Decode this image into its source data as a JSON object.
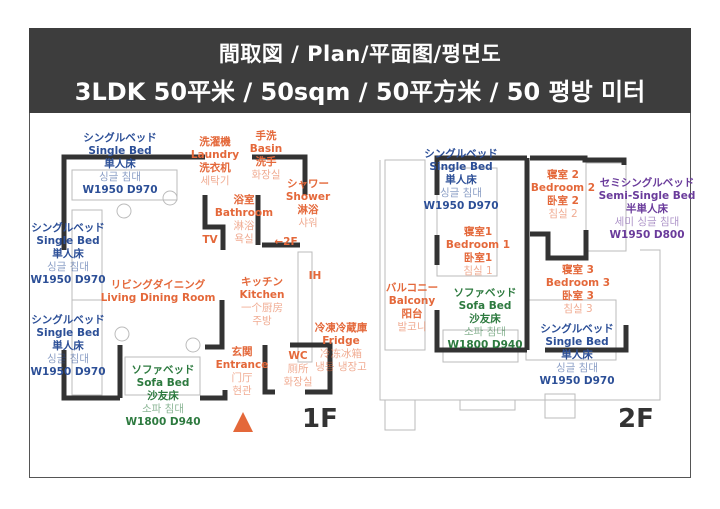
{
  "header": {
    "title": "間取図 / Plan/平面图/평면도",
    "subtitle": "3LDK 50平米 / 50sqm / 50平方米 / 50 평방 미터"
  },
  "floor1": {
    "label": "1F",
    "rooms": [
      {
        "id": "bed-a",
        "lines": [
          "シングルベッド",
          "Single Bed",
          "単人床",
          "싱글 침대",
          "W1950 D970"
        ]
      },
      {
        "id": "bed-b",
        "lines": [
          "シングルベッド",
          "Single Bed",
          "単人床",
          "싱글 침대",
          "W1950 D970"
        ]
      },
      {
        "id": "bed-c",
        "lines": [
          "シングルベッド",
          "Single Bed",
          "単人床",
          "싱글 침대",
          "W1950 D970"
        ]
      },
      {
        "id": "sofa",
        "lines": [
          "ソファベッド",
          "Sofa Bed",
          "沙友床",
          "소파 침대",
          "W1800 D940"
        ]
      },
      {
        "id": "laundry",
        "lines": [
          "洗濯機",
          "Laundry",
          "洗衣机",
          "세탁기"
        ]
      },
      {
        "id": "basin",
        "lines": [
          "手洗",
          "Basin",
          "洗手",
          "화장실"
        ]
      },
      {
        "id": "shower",
        "lines": [
          "シャワー",
          "Shower",
          "淋浴",
          "샤워"
        ]
      },
      {
        "id": "bathroom",
        "lines": [
          "浴室",
          "Bathroom",
          "淋浴",
          "욕실"
        ]
      },
      {
        "id": "tv",
        "lines": [
          "TV"
        ]
      },
      {
        "id": "stairs",
        "lines": [
          "←2F"
        ]
      },
      {
        "id": "ih",
        "lines": [
          "IH"
        ]
      },
      {
        "id": "living",
        "lines": [
          "リビングダイニング",
          "Living Dining Room"
        ]
      },
      {
        "id": "kitchen",
        "lines": [
          "キッチン",
          "Kitchen",
          "一个厨房",
          "주방"
        ]
      },
      {
        "id": "fridge",
        "lines": [
          "冷凍冷蔵庫",
          "Fridge",
          "冷冻冰箱",
          "냉동 냉장고"
        ]
      },
      {
        "id": "entrance",
        "lines": [
          "玄関",
          "Entrance",
          "门厅",
          "현관"
        ]
      },
      {
        "id": "wc",
        "lines": [
          "WC",
          "厕所",
          "화장실"
        ]
      }
    ]
  },
  "floor2": {
    "label": "2F",
    "rooms": [
      {
        "id": "bed-d",
        "lines": [
          "シングルベッド",
          "Single Bed",
          "単人床",
          "싱글 침대",
          "W1950 D970"
        ]
      },
      {
        "id": "bedroom1",
        "lines": [
          "寝室1",
          "Bedroom 1",
          "卧室1",
          "침실 1"
        ]
      },
      {
        "id": "bedroom2",
        "lines": [
          "寝室 2",
          "Bedroom 2",
          "卧室 2",
          "침실 2"
        ]
      },
      {
        "id": "semi",
        "lines": [
          "セミシングルベッド",
          "Semi-Single Bed",
          "半単人床",
          "세미 싱글 침대",
          "W1950 D800"
        ]
      },
      {
        "id": "balcony",
        "lines": [
          "バルコニー",
          "Balcony",
          "阳台",
          "발코니"
        ]
      },
      {
        "id": "sofa2",
        "lines": [
          "ソファベッド",
          "Sofa Bed",
          "沙友床",
          "소파 침대",
          "W1800 D940"
        ]
      },
      {
        "id": "bedroom3",
        "lines": [
          "寝室 3",
          "Bedroom 3",
          "卧室 3",
          "침실 3"
        ]
      },
      {
        "id": "bed-e",
        "lines": [
          "シングルベッド",
          "Single Bed",
          "単人床",
          "싱글 침대",
          "W1950 D970"
        ]
      }
    ]
  },
  "colors": {
    "header": "#3d3d3d",
    "blue": "#2c4f97",
    "orange": "#e4683a",
    "green": "#2d7a3f",
    "purple": "#6a3b9b"
  }
}
